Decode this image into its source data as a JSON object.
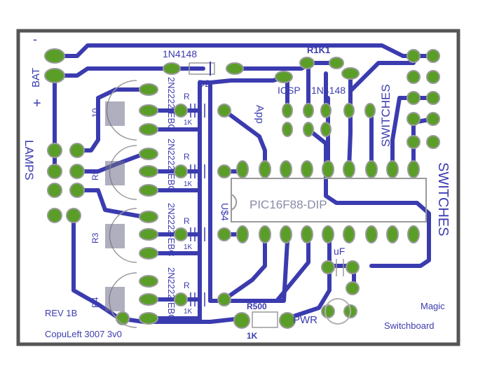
{
  "board": {
    "name_line1": "Magic",
    "name_line2": "Switchboard",
    "rev": "REV 1B",
    "copyleft": "CopuLeft 3007 3v0"
  },
  "labels": {
    "bat": "BAT",
    "bat_minus": "-",
    "bat_plus": "+",
    "lamps": "LAMPS",
    "switches_silk": "SWITCHES",
    "switches_big": "SWITCHES",
    "app": "App",
    "icsp": "ICSP",
    "pic": "PIC16F88-DIP",
    "u4": "U$4",
    "uf": "uF",
    "pwr": "PWR",
    "r500": "R500",
    "one_k": "1K",
    "d2": "D2",
    "d1n4148_top": "1N4148",
    "d1n4148_mid": "1N4148",
    "r1k1": "R1K1",
    "q_labels": [
      "2N2222-EBC",
      "2N2222-EBC",
      "2N2222-EBC",
      "2N2222-EBC"
    ],
    "r_labels": [
      "R",
      "R",
      "R",
      "R"
    ],
    "r_sub": [
      "1K",
      "1K",
      "1K",
      "1K"
    ],
    "r_side": [
      "10",
      "R5",
      "R3",
      "R4"
    ]
  },
  "colors": {
    "trace": "#3b3bb0",
    "pad": "#5a9e28",
    "pad_ring": "#a0a0a0",
    "silk": "#3b3bb0",
    "outline": "#555555",
    "background": "#ffffff"
  }
}
